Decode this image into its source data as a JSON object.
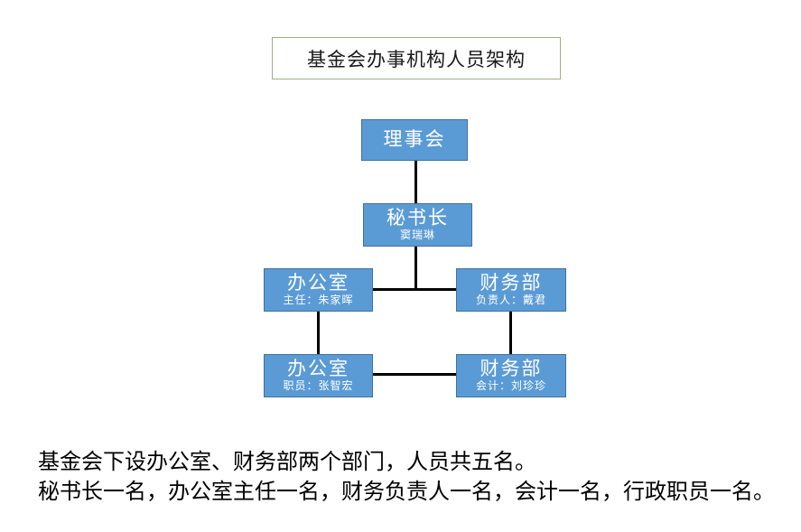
{
  "page": {
    "background_color": "#ffffff"
  },
  "title_box": {
    "text": "基金会办事机构人员架构",
    "border_color": "#9FAF82"
  },
  "org_chart": {
    "type": "org-hierarchy-diagram",
    "node_fill_color": "#5B9BD5",
    "node_border_color": "#41719C",
    "node_text_color": "#ffffff",
    "connector_color": "#000000",
    "nodes": [
      {
        "id": "board",
        "title": "理事会",
        "subtitle": ""
      },
      {
        "id": "secretary",
        "title": "秘书长",
        "subtitle": "窦瑞琳"
      },
      {
        "id": "office-head",
        "title": "办公室",
        "subtitle": "主任：朱家晖"
      },
      {
        "id": "finance-head",
        "title": "财务部",
        "subtitle": "负责人：戴君"
      },
      {
        "id": "office-staff",
        "title": "办公室",
        "subtitle": "职员：张智宏"
      },
      {
        "id": "finance-staff",
        "title": "财务部",
        "subtitle": "会计：刘珍珍"
      }
    ],
    "edges": [
      {
        "from": "board",
        "to": "secretary"
      },
      {
        "from": "secretary",
        "to": "office-head"
      },
      {
        "from": "secretary",
        "to": "finance-head"
      },
      {
        "from": "office-head",
        "to": "office-staff"
      },
      {
        "from": "finance-head",
        "to": "finance-staff"
      },
      {
        "from": "office-staff",
        "to": "finance-staff"
      }
    ]
  },
  "footer": {
    "line1": "基金会下设办公室、财务部两个部门，人员共五名。",
    "line2": "秘书长一名，办公室主任一名，财务负责人一名，会计一名，行政职员一名。"
  }
}
